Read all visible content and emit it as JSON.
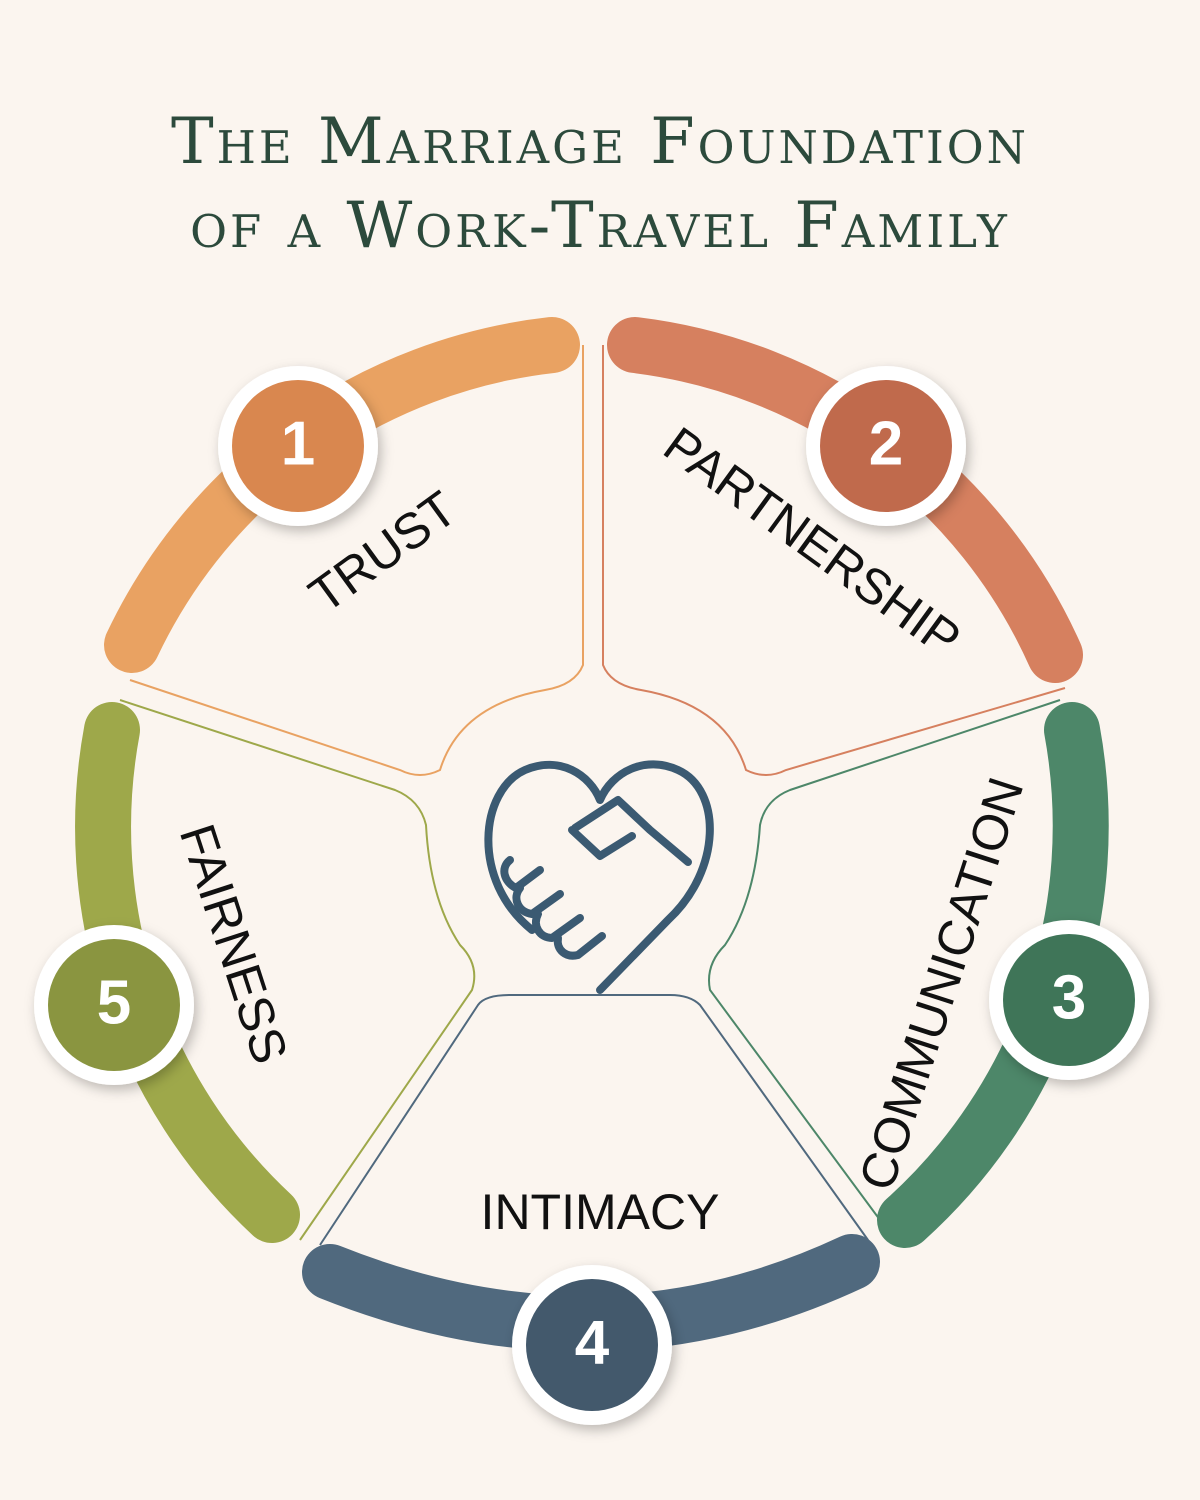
{
  "title": {
    "line1": "The Marriage Foundation",
    "line2": "of a Work-Travel Family"
  },
  "center_icon": "heart-handshake-icon",
  "segments": [
    {
      "number": "1",
      "label": "TRUST",
      "color": "#e9a262",
      "badge_color": "#d9874f"
    },
    {
      "number": "2",
      "label": "PARTNERSHIP",
      "color": "#d6805f",
      "badge_color": "#c06a4c"
    },
    {
      "number": "3",
      "label": "COMMUNICATION",
      "color": "#4d8769",
      "badge_color": "#3f7558"
    },
    {
      "number": "4",
      "label": "INTIMACY",
      "color": "#50697e",
      "badge_color": "#43596c"
    },
    {
      "number": "5",
      "label": "FAIRNESS",
      "color": "#9ea84a",
      "badge_color": "#8a9540"
    }
  ]
}
